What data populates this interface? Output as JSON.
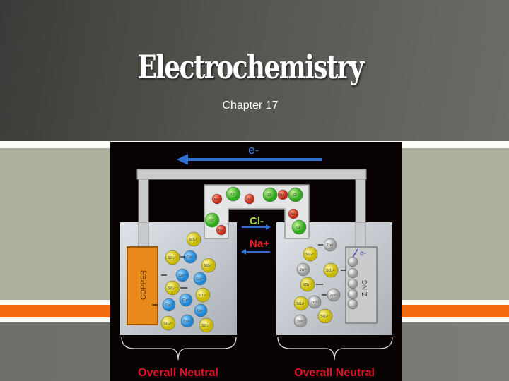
{
  "slide": {
    "title": "Electrochemistry",
    "subtitle": "Chapter 17"
  },
  "diagram": {
    "electron_flow_label": "e-",
    "chloride_label": "Cl-",
    "sodium_label": "Na+",
    "copper_label": "COPPER",
    "zinc_label": "ZINC",
    "zinc_electron_label": "e-",
    "left_neutral_label": "Overall Neutral",
    "right_neutral_label": "Overall Neutral",
    "ion_labels": {
      "chloride": "Cl⁻",
      "sodium": "Na⁺",
      "sulfate": "SO₄²⁻",
      "copper_ion": "Cu²⁺",
      "zinc_ion": "Zn²⁺"
    },
    "colors": {
      "accent_orange": "#f36c0f",
      "sage": "#acb09d",
      "electron_arrow": "#2f6fd0",
      "neutral_text": "#e8122a",
      "chloride_text": "#a8d63a",
      "sodium_text": "#ee1c25"
    }
  }
}
